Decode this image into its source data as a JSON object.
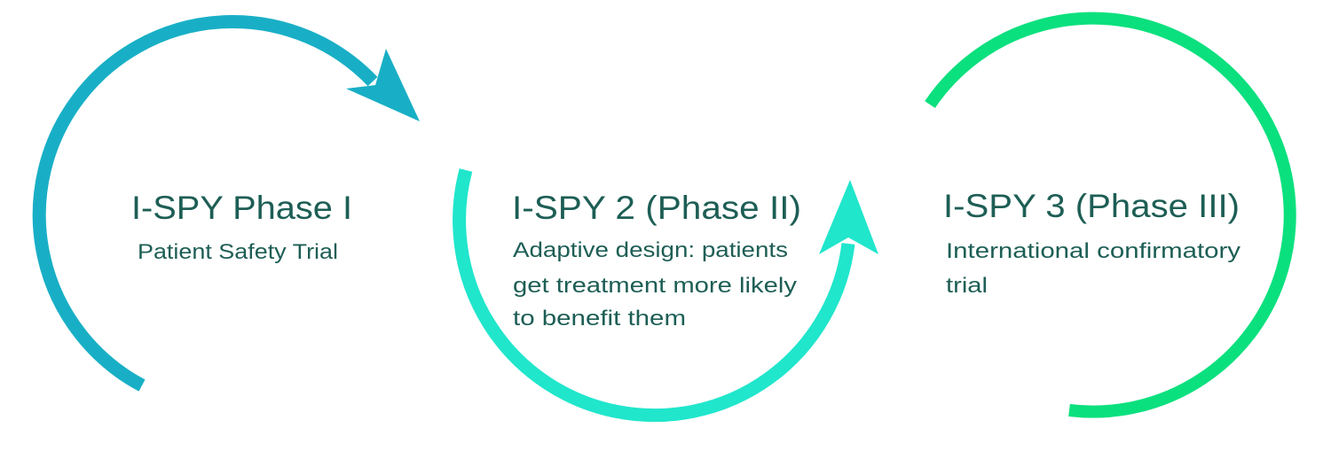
{
  "colors": {
    "phase1": "#18afc6",
    "phase2": "#20e6cc",
    "phase3": "#0be07e",
    "text": "#1d5e55"
  },
  "phases": [
    {
      "title": "I-SPY Phase I",
      "description_lines": [
        "Patient Safety Trial"
      ],
      "icon": "circular-arrow-clockwise"
    },
    {
      "title": "I-SPY 2 (Phase II)",
      "description_lines": [
        "Adaptive design: patients",
        "get treatment more likely",
        "to benefit them"
      ],
      "icon": "circular-arrow-counterclockwise"
    },
    {
      "title": "I-SPY 3 (Phase III)",
      "description_lines": [
        "International confirmatory",
        "trial"
      ],
      "icon": "open-circle-arc"
    }
  ]
}
